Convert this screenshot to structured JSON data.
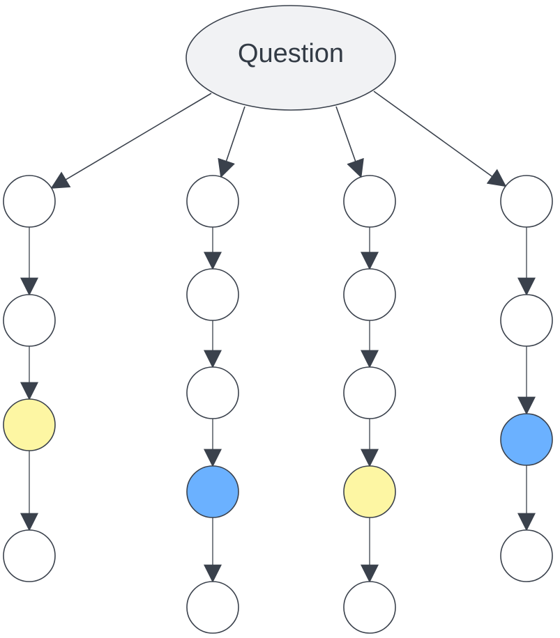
{
  "diagram": {
    "root_label": "Question",
    "colors": {
      "stroke": "#3a414c",
      "root_fill": "#f1f2f4",
      "node_fill": "#ffffff",
      "yellow": "#fdf6a3",
      "blue": "#6bb1ff"
    },
    "branches": [
      {
        "nodes": [
          "white",
          "white",
          "yellow",
          "white"
        ]
      },
      {
        "nodes": [
          "white",
          "white",
          "white",
          "blue",
          "white"
        ]
      },
      {
        "nodes": [
          "white",
          "white",
          "white",
          "yellow",
          "white"
        ]
      },
      {
        "nodes": [
          "white",
          "white",
          "blue",
          "white"
        ]
      }
    ]
  }
}
